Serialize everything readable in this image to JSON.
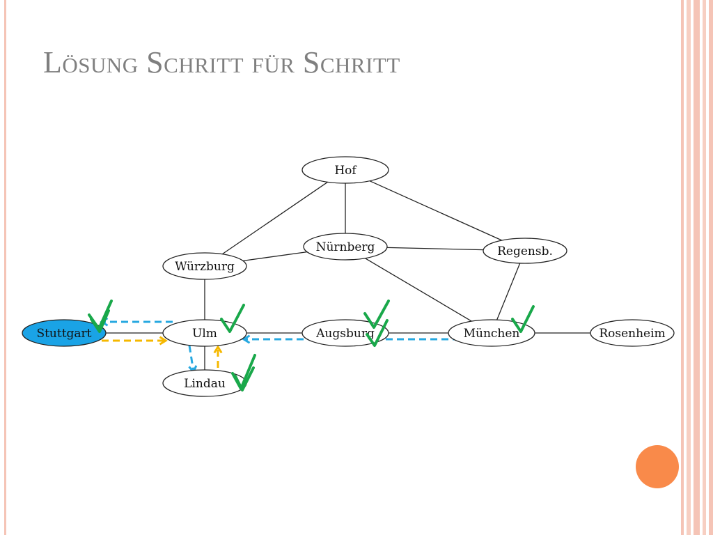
{
  "slide": {
    "title": "Lösung Schritt für Schritt"
  },
  "graph": {
    "nodes": [
      {
        "id": "hof",
        "label": "Hof",
        "highlighted": false
      },
      {
        "id": "nuernberg",
        "label": "Nürnberg",
        "highlighted": false
      },
      {
        "id": "regensb",
        "label": "Regensb.",
        "highlighted": false
      },
      {
        "id": "wuerzburg",
        "label": "Würzburg",
        "highlighted": false
      },
      {
        "id": "stuttgart",
        "label": "Stuttgart",
        "highlighted": true
      },
      {
        "id": "ulm",
        "label": "Ulm",
        "highlighted": false
      },
      {
        "id": "augsburg",
        "label": "Augsburg",
        "highlighted": false
      },
      {
        "id": "muenchen",
        "label": "München",
        "highlighted": false
      },
      {
        "id": "rosenheim",
        "label": "Rosenheim",
        "highlighted": false
      },
      {
        "id": "lindau",
        "label": "Lindau",
        "highlighted": false
      }
    ],
    "edges": [
      [
        "hof",
        "wuerzburg"
      ],
      [
        "hof",
        "nuernberg"
      ],
      [
        "hof",
        "regensb"
      ],
      [
        "nuernberg",
        "wuerzburg"
      ],
      [
        "nuernberg",
        "regensb"
      ],
      [
        "nuernberg",
        "muenchen"
      ],
      [
        "regensb",
        "muenchen"
      ],
      [
        "wuerzburg",
        "ulm"
      ],
      [
        "stuttgart",
        "ulm"
      ],
      [
        "ulm",
        "augsburg"
      ],
      [
        "augsburg",
        "muenchen"
      ],
      [
        "muenchen",
        "rosenheim"
      ],
      [
        "ulm",
        "lindau"
      ]
    ],
    "traversal_arrows": [
      {
        "from": "stuttgart",
        "to": "ulm",
        "color": "yellow"
      },
      {
        "from": "ulm",
        "to": "stuttgart",
        "color": "blue"
      },
      {
        "from": "ulm",
        "to": "lindau",
        "color": "blue"
      },
      {
        "from": "lindau",
        "to": "ulm",
        "color": "yellow"
      },
      {
        "from": "muenchen",
        "to": "ulm",
        "color": "blue"
      }
    ],
    "checked_nodes": [
      "stuttgart",
      "ulm",
      "lindau",
      "augsburg",
      "muenchen"
    ]
  },
  "colors": {
    "highlight_node": "#1aa3e6",
    "arrow_blue": "#27a8e0",
    "arrow_yellow": "#f5b800",
    "check_green": "#19a84a",
    "title_gray": "#7f7f7f",
    "decor_orange": "#f98a4a",
    "border_pink": "#f5c4b6"
  }
}
